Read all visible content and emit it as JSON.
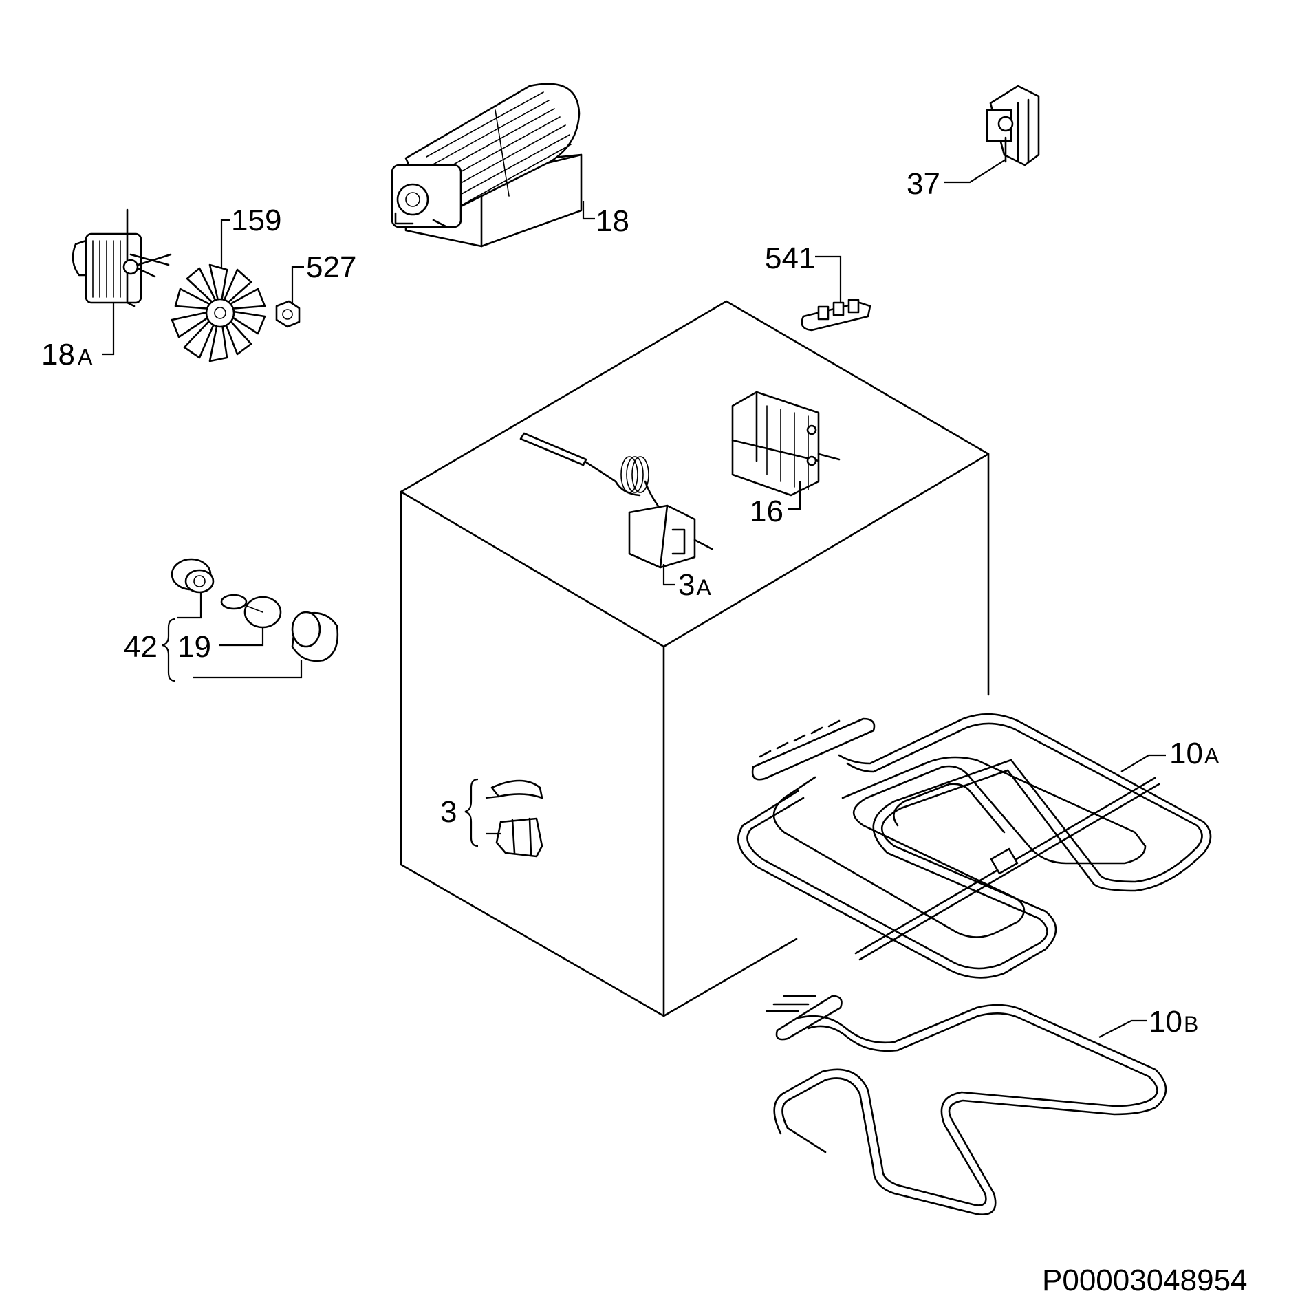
{
  "diagram": {
    "document_code": "P00003048954",
    "parts": [
      {
        "id": "18",
        "number": "18",
        "suffix": ""
      },
      {
        "id": "18A",
        "number": "18",
        "suffix": "A"
      },
      {
        "id": "159",
        "number": "159",
        "suffix": ""
      },
      {
        "id": "527",
        "number": "527",
        "suffix": ""
      },
      {
        "id": "37",
        "number": "37",
        "suffix": ""
      },
      {
        "id": "541",
        "number": "541",
        "suffix": ""
      },
      {
        "id": "16",
        "number": "16",
        "suffix": ""
      },
      {
        "id": "3A",
        "number": "3",
        "suffix": "A"
      },
      {
        "id": "42",
        "number": "42",
        "suffix": ""
      },
      {
        "id": "19",
        "number": "19",
        "suffix": ""
      },
      {
        "id": "3",
        "number": "3",
        "suffix": ""
      },
      {
        "id": "10A",
        "number": "10",
        "suffix": "A"
      },
      {
        "id": "10B",
        "number": "10",
        "suffix": "B"
      }
    ]
  }
}
